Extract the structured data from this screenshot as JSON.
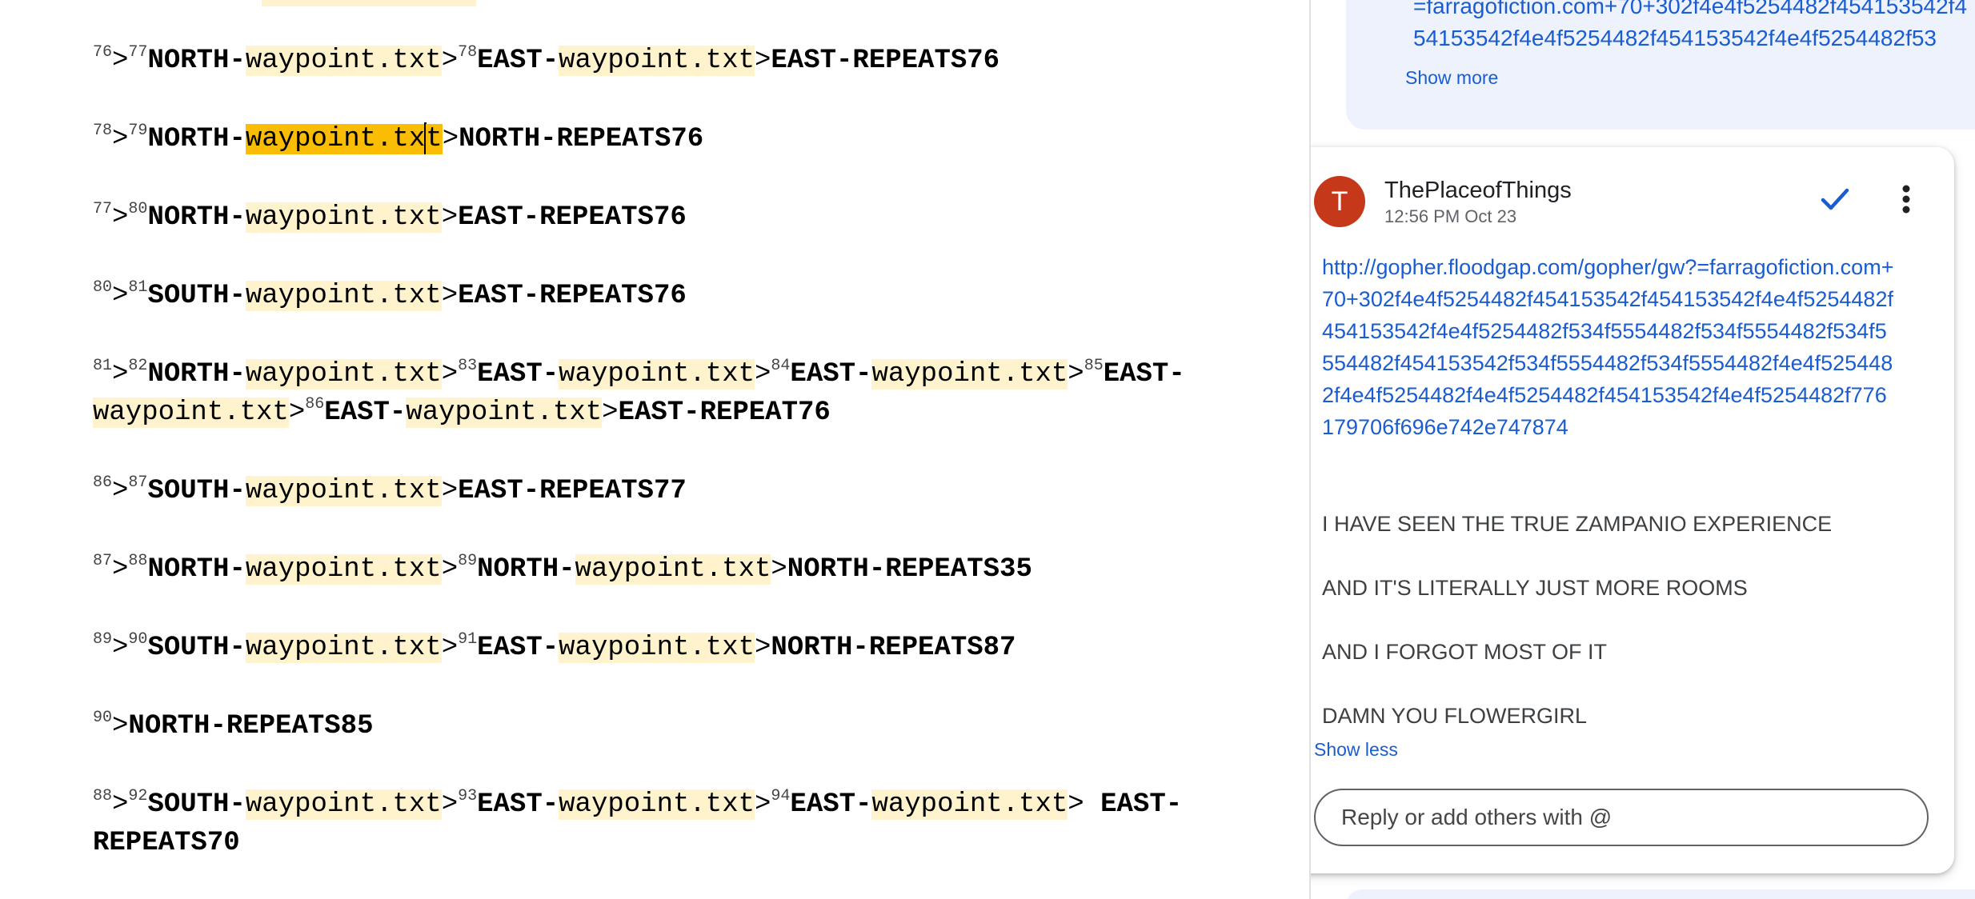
{
  "document": {
    "lines": [
      [
        {
          "t": "sup",
          "v": "76"
        },
        {
          "t": "plain",
          "v": ">"
        },
        {
          "t": "sup",
          "v": "77"
        },
        {
          "t": "dir",
          "v": "NORTH-"
        },
        {
          "t": "hl",
          "v": "waypoint.txt"
        },
        {
          "t": "plain",
          "v": ">"
        },
        {
          "t": "sup",
          "v": "78"
        },
        {
          "t": "dir",
          "v": "EAST-"
        },
        {
          "t": "hl",
          "v": "waypoint.txt"
        },
        {
          "t": "plain",
          "v": ">"
        },
        {
          "t": "dir",
          "v": "EAST-REPEATS76"
        }
      ],
      [
        {
          "t": "sup",
          "v": "78"
        },
        {
          "t": "plain",
          "v": ">"
        },
        {
          "t": "sup",
          "v": "79"
        },
        {
          "t": "dir",
          "v": "NORTH-"
        },
        {
          "t": "hl-active",
          "v": "waypoint.tx"
        },
        {
          "t": "cursor",
          "v": ""
        },
        {
          "t": "hl-active",
          "v": "t"
        },
        {
          "t": "plain",
          "v": ">"
        },
        {
          "t": "dir",
          "v": "NORTH-REPEATS76"
        }
      ],
      [
        {
          "t": "sup",
          "v": "77"
        },
        {
          "t": "plain",
          "v": ">"
        },
        {
          "t": "sup",
          "v": "80"
        },
        {
          "t": "dir",
          "v": "NORTH-"
        },
        {
          "t": "hl",
          "v": "waypoint.txt"
        },
        {
          "t": "plain",
          "v": ">"
        },
        {
          "t": "dir",
          "v": "EAST-REPEATS76"
        }
      ],
      [
        {
          "t": "sup",
          "v": "80"
        },
        {
          "t": "plain",
          "v": ">"
        },
        {
          "t": "sup",
          "v": "81"
        },
        {
          "t": "dir",
          "v": "SOUTH-"
        },
        {
          "t": "hl",
          "v": "waypoint.txt"
        },
        {
          "t": "plain",
          "v": ">"
        },
        {
          "t": "dir",
          "v": "EAST-REPEATS76"
        }
      ],
      [
        {
          "t": "sup",
          "v": "81"
        },
        {
          "t": "plain",
          "v": ">"
        },
        {
          "t": "sup",
          "v": "82"
        },
        {
          "t": "dir",
          "v": "NORTH-"
        },
        {
          "t": "hl",
          "v": "waypoint.txt"
        },
        {
          "t": "plain",
          "v": ">"
        },
        {
          "t": "sup",
          "v": "83"
        },
        {
          "t": "dir",
          "v": "EAST-"
        },
        {
          "t": "hl",
          "v": "waypoint.txt"
        },
        {
          "t": "plain",
          "v": ">"
        },
        {
          "t": "sup",
          "v": "84"
        },
        {
          "t": "dir",
          "v": "EAST-"
        },
        {
          "t": "hl",
          "v": "waypoint.txt"
        },
        {
          "t": "plain",
          "v": ">"
        },
        {
          "t": "sup",
          "v": "85"
        },
        {
          "t": "dir",
          "v": "EAST-"
        },
        {
          "t": "hl",
          "v": "waypoint.txt"
        },
        {
          "t": "plain",
          "v": ">"
        },
        {
          "t": "sup",
          "v": "86"
        },
        {
          "t": "dir",
          "v": "EAST-"
        },
        {
          "t": "hl",
          "v": "waypoint.txt"
        },
        {
          "t": "plain",
          "v": ">"
        },
        {
          "t": "dir",
          "v": "EAST-REPEAT76"
        }
      ],
      [
        {
          "t": "sup",
          "v": "86"
        },
        {
          "t": "plain",
          "v": ">"
        },
        {
          "t": "sup",
          "v": "87"
        },
        {
          "t": "dir",
          "v": "SOUTH-"
        },
        {
          "t": "hl",
          "v": "waypoint.txt"
        },
        {
          "t": "plain",
          "v": ">"
        },
        {
          "t": "dir",
          "v": "EAST-REPEATS77"
        }
      ],
      [
        {
          "t": "sup",
          "v": "87"
        },
        {
          "t": "plain",
          "v": ">"
        },
        {
          "t": "sup",
          "v": "88"
        },
        {
          "t": "dir",
          "v": "NORTH-"
        },
        {
          "t": "hl",
          "v": "waypoint.txt"
        },
        {
          "t": "plain",
          "v": ">"
        },
        {
          "t": "sup",
          "v": "89"
        },
        {
          "t": "dir",
          "v": "NORTH-"
        },
        {
          "t": "hl",
          "v": "waypoint.txt"
        },
        {
          "t": "plain",
          "v": ">"
        },
        {
          "t": "dir",
          "v": "NORTH-REPEATS35"
        }
      ],
      [
        {
          "t": "sup",
          "v": "89"
        },
        {
          "t": "plain",
          "v": ">"
        },
        {
          "t": "sup",
          "v": "90"
        },
        {
          "t": "dir",
          "v": "SOUTH-"
        },
        {
          "t": "hl",
          "v": "waypoint.txt"
        },
        {
          "t": "plain",
          "v": ">"
        },
        {
          "t": "sup",
          "v": "91"
        },
        {
          "t": "dir",
          "v": "EAST-"
        },
        {
          "t": "hl",
          "v": "waypoint.txt"
        },
        {
          "t": "plain",
          "v": ">"
        },
        {
          "t": "dir",
          "v": "NORTH-REPEATS87"
        }
      ],
      [
        {
          "t": "sup",
          "v": "90"
        },
        {
          "t": "plain",
          "v": ">"
        },
        {
          "t": "dir",
          "v": "NORTH-REPEATS85"
        }
      ],
      [
        {
          "t": "sup",
          "v": "88"
        },
        {
          "t": "plain",
          "v": ">"
        },
        {
          "t": "sup",
          "v": "92"
        },
        {
          "t": "dir",
          "v": "SOUTH-"
        },
        {
          "t": "hl",
          "v": "waypoint.txt"
        },
        {
          "t": "plain",
          "v": ">"
        },
        {
          "t": "sup",
          "v": "93"
        },
        {
          "t": "dir",
          "v": "EAST-"
        },
        {
          "t": "hl",
          "v": "waypoint.txt"
        },
        {
          "t": "plain",
          "v": ">"
        },
        {
          "t": "sup",
          "v": "94"
        },
        {
          "t": "dir",
          "v": "EAST-"
        },
        {
          "t": "hl",
          "v": "waypoint.txt"
        },
        {
          "t": "plain",
          "v": "> "
        },
        {
          "t": "dir",
          "v": "EAST-REPEATS70"
        }
      ]
    ]
  },
  "comments": {
    "previous": {
      "text": "=farragofiction.com+70+302f4e4f5254482f454153542f454153542f4e4f5254482f454153542f4e4f5254482f53",
      "show_more": "Show more"
    },
    "active": {
      "avatar_letter": "T",
      "author": "ThePlaceofThings",
      "timestamp": "12:56 PM Oct 23",
      "link": "http://gopher.floodgap.com/gopher/gw?=farragofiction.com+70+302f4e4f5254482f454153542f454153542f4e4f5254482f454153542f4e4f5254482f534f5554482f534f5554482f534f5554482f454153542f534f5554482f534f5554482f4e4f5254482f4e4f5254482f4e4f5254482f454153542f4e4f5254482f776179706f696e742e747874",
      "lines": [
        "I HAVE SEEN THE TRUE ZAMPANIO EXPERIENCE",
        "AND IT'S LITERALLY JUST MORE ROOMS",
        "AND I FORGOT MOST OF IT",
        "DAMN YOU FLOWERGIRL"
      ],
      "show_less": "Show less",
      "reply_placeholder": "Reply or add others with @"
    }
  },
  "colors": {
    "highlight": "#fef3cd",
    "highlight_active": "#fbbc04",
    "link": "#1a5cd1",
    "avatar": "#c5391a",
    "resolve_check": "#1a5cd1"
  },
  "icons": {
    "resolve": "check-icon",
    "more": "more-vert-icon"
  }
}
